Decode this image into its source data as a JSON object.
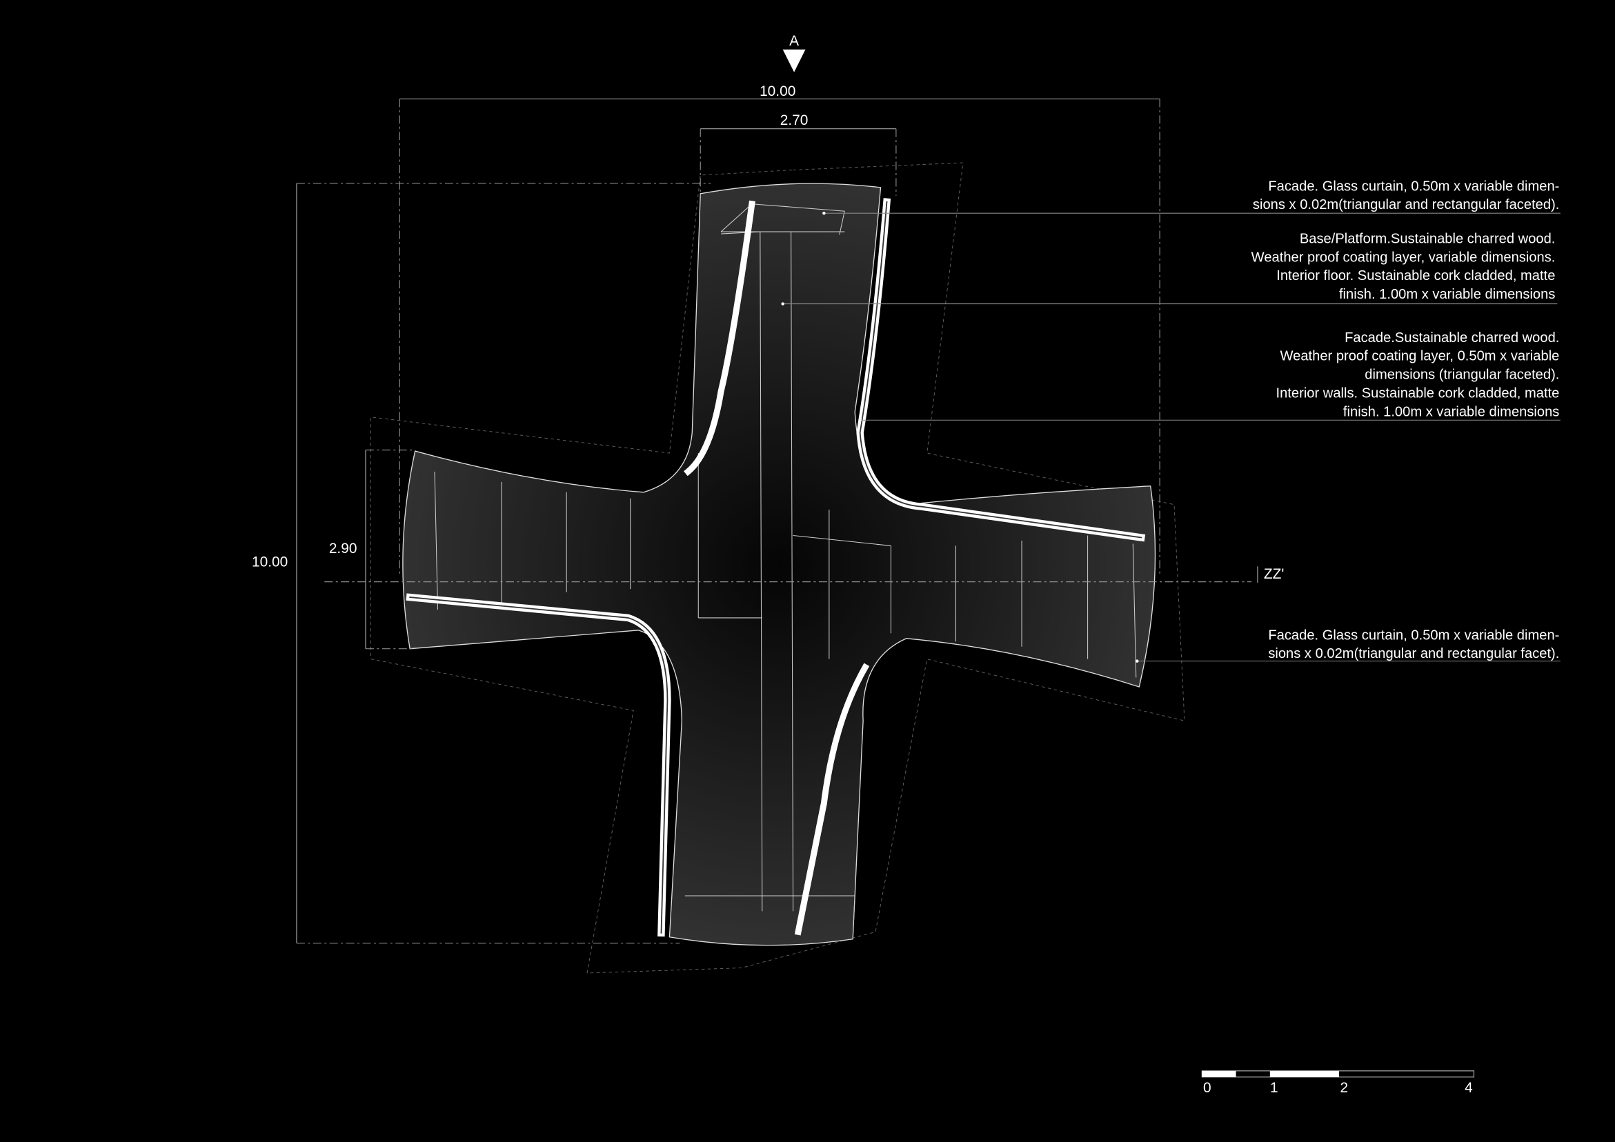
{
  "section_marker": {
    "label": "A"
  },
  "dimensions": {
    "overall_width": "10.00",
    "arm_width": "2.70",
    "overall_height": "10.00",
    "side_arm_width": "2.90",
    "axis_label": "ZZ'"
  },
  "annotations": [
    {
      "lines": [
        "Facade. Glass curtain, 0.50m x variable dimen-",
        "sions x 0.02m(triangular and rectangular faceted)."
      ]
    },
    {
      "lines": [
        "Base/Platform.Sustainable charred wood.",
        "Weather proof coating layer, variable dimensions.",
        "Interior floor. Sustainable cork cladded, matte",
        "finish. 1.00m x variable dimensions"
      ]
    },
    {
      "lines": [
        "Facade.Sustainable charred wood.",
        "Weather proof coating layer, 0.50m x variable",
        "dimensions (triangular faceted).",
        "Interior walls. Sustainable cork cladded, matte",
        "finish. 1.00m x variable dimensions"
      ]
    },
    {
      "lines": [
        "Facade. Glass curtain, 0.50m x variable dimen-",
        "sions x 0.02m(triangular and rectangular facet)."
      ]
    }
  ],
  "scale_bar": {
    "ticks": [
      "0",
      "1",
      "2",
      "4"
    ]
  }
}
